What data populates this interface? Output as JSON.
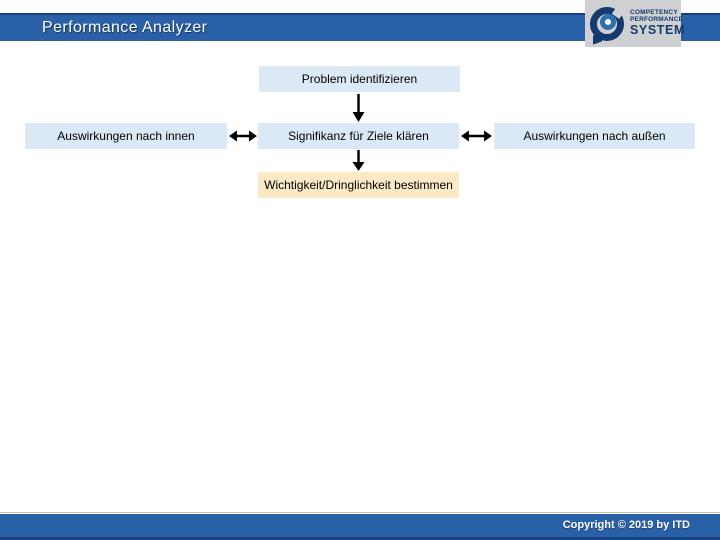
{
  "header": {
    "title": "Performance Analyzer"
  },
  "logo": {
    "line1": "COMPETENCY",
    "line2": "PERFORMANCE",
    "line3": "SYSTEM"
  },
  "diagram": {
    "top_box": "Problem identifizieren",
    "left_box": "Auswirkungen nach innen",
    "center_box": "Signifikanz für Ziele klären",
    "right_box": "Auswirkungen nach außen",
    "bottom_box": "Wichtigkeit/Dringlichkeit bestimmen"
  },
  "footer": {
    "copyright": "Copyright © 2019 by ITD"
  },
  "colors": {
    "bar_blue": "#2a60a7",
    "bar_dark": "#17417e",
    "box_blue": "#dbe9f7",
    "box_orange": "#fce9c6",
    "logo_navy": "#143a70",
    "logo_blue": "#2f6fb0",
    "arrow_black": "#000000"
  }
}
